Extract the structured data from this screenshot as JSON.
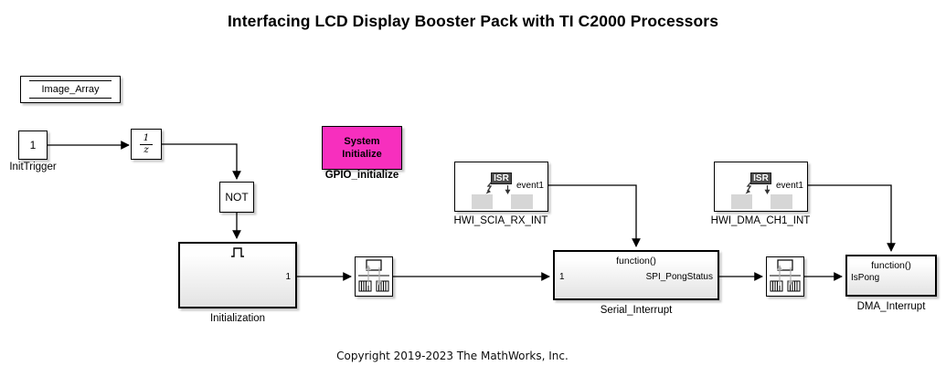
{
  "page": {
    "title": "Interfacing LCD Display Booster Pack with TI C2000 Processors",
    "copyright": "Copyright 2019-2023 The MathWorks, Inc."
  },
  "colors": {
    "block_magenta": "#F72FBE",
    "isr_badge_bg": "#4D4D4D",
    "isr_pad_gray": "#D6D6D6",
    "icon_arrow_gray": "#B0B0B0",
    "wire_black": "#000000"
  },
  "blocks": {
    "image_array": {
      "label": "Image_Array"
    },
    "init_trigger": {
      "value": "1",
      "label": "InitTrigger"
    },
    "unit_delay": {
      "numerator": "1",
      "denominator": "z"
    },
    "not_gate": {
      "text": "NOT"
    },
    "system_initialize": {
      "line1": "System",
      "line2": "Initialize",
      "label": "GPIO_initialize"
    },
    "hwi_scia_rx_int": {
      "badge": "ISR",
      "out_port": "event1",
      "label": "HWI_SCIA_RX_INT"
    },
    "hwi_dma_ch1_int": {
      "badge": "ISR",
      "out_port": "event1",
      "label": "HWI_DMA_CH1_INT"
    },
    "initialization": {
      "out_port": "1",
      "label": "Initialization"
    },
    "serial_interrupt": {
      "trigger_port": "function()",
      "in_port": "1",
      "out_port": "SPI_PongStatus",
      "label": "Serial_Interrupt"
    },
    "dma_interrupt": {
      "trigger_port": "function()",
      "in_port": "IsPong",
      "label": "DMA_Interrupt"
    }
  }
}
